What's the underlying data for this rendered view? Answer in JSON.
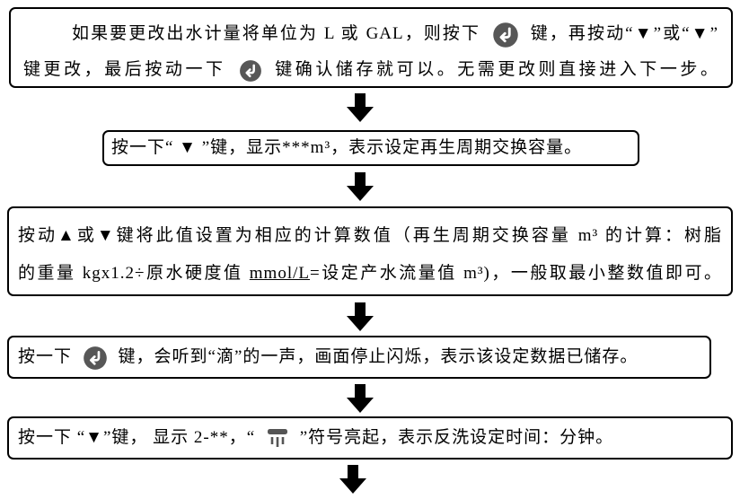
{
  "flow": {
    "box1": {
      "line1_seg1": "如果要更改出水计量将单位为 L 或 GAL，则按下",
      "line1_seg2": "键，再按动“▼”或“▼”",
      "line2_seg1": "键更改，最后按动一下",
      "line2_seg2": "键确认储存就可以。无需更改则直接进入下一步。"
    },
    "box2": {
      "text": "按一下“ ▼ ”键，显示***m³，表示设定再生周期交换容量。"
    },
    "box3": {
      "line1": "按动▲或▼键将此值设置为相应的计算数值（再生周期交换容量 m³ 的计算：树脂",
      "line2_seg1": "的重量 kgx1.2÷原水硬度值 ",
      "line2_underline": "mmol/L",
      "line2_seg2": "=设定产水流量值 m³)，一般取最小整数值即可。"
    },
    "box4": {
      "seg1": "按一下",
      "seg2": "键，会听到“滴”的一声，画面停止闪烁，表示该设定数据已储存。"
    },
    "box5": {
      "seg1": "按一下 “▼”键， 显示 2-**，“",
      "seg2": "”符号亮起，表示反洗设定时间：分钟。"
    },
    "icons": {
      "confirm_key": "return-confirm-key-icon",
      "backwash": "backwash-shower-icon",
      "confirm_key_color": "#575757",
      "backwash_color": "#555555",
      "arrow_color": "#000000"
    }
  }
}
